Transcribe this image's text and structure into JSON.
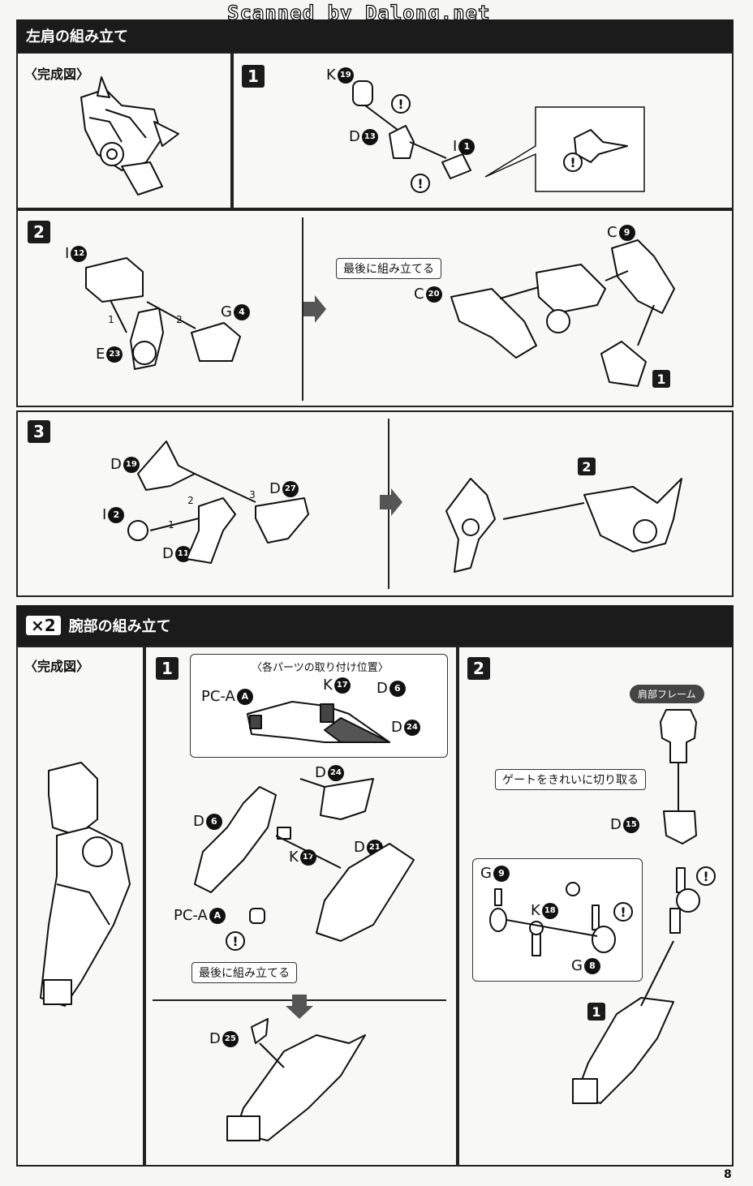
{
  "scan_banner": "Scanned by Dalong.net",
  "section1": {
    "title": "左肩の組み立て",
    "complete_label": "〈完成図〉",
    "step1": {
      "number": "1",
      "labels": [
        {
          "letter": "K",
          "num": "19"
        },
        {
          "letter": "D",
          "num": "13"
        },
        {
          "letter": "I",
          "num": "1"
        }
      ]
    },
    "step2": {
      "number": "2",
      "labels": [
        {
          "letter": "I",
          "num": "12"
        },
        {
          "letter": "G",
          "num": "4"
        },
        {
          "letter": "E",
          "num": "23"
        },
        {
          "letter": "C",
          "num": "9"
        },
        {
          "letter": "C",
          "num": "20"
        }
      ],
      "order": [
        "1",
        "2"
      ],
      "callout": "最後に組み立てる",
      "ref_step": "1"
    },
    "step3": {
      "number": "3",
      "labels": [
        {
          "letter": "D",
          "num": "19"
        },
        {
          "letter": "D",
          "num": "27"
        },
        {
          "letter": "I",
          "num": "2"
        },
        {
          "letter": "D",
          "num": "11"
        }
      ],
      "order": [
        "1",
        "2",
        "3"
      ],
      "ref_step": "2"
    }
  },
  "section2": {
    "multiplier": "×2",
    "title": "腕部の組み立て",
    "complete_label": "〈完成図〉",
    "step1": {
      "number": "1",
      "inset_title": "〈各パーツの取り付け位置〉",
      "inset_labels": [
        {
          "letter": "PC-A",
          "num": "A"
        },
        {
          "letter": "K",
          "num": "17"
        },
        {
          "letter": "D",
          "num": "6"
        },
        {
          "letter": "D",
          "num": "24"
        }
      ],
      "labels": [
        {
          "letter": "D",
          "num": "24"
        },
        {
          "letter": "D",
          "num": "6"
        },
        {
          "letter": "K",
          "num": "17"
        },
        {
          "letter": "D",
          "num": "21"
        },
        {
          "letter": "PC-A",
          "num": "A"
        },
        {
          "letter": "D",
          "num": "25"
        }
      ],
      "callout": "最後に組み立てる"
    },
    "step2": {
      "number": "2",
      "badge": "肩部フレーム",
      "callout": "ゲートをきれいに切り取る",
      "labels": [
        {
          "letter": "D",
          "num": "15"
        },
        {
          "letter": "G",
          "num": "9"
        },
        {
          "letter": "K",
          "num": "18"
        },
        {
          "letter": "G",
          "num": "8"
        }
      ],
      "ref_step": "1"
    }
  },
  "page_number": "8",
  "warning_glyph": "!",
  "colors": {
    "header": "#1b1b1b",
    "paper": "#f6f6f4"
  }
}
